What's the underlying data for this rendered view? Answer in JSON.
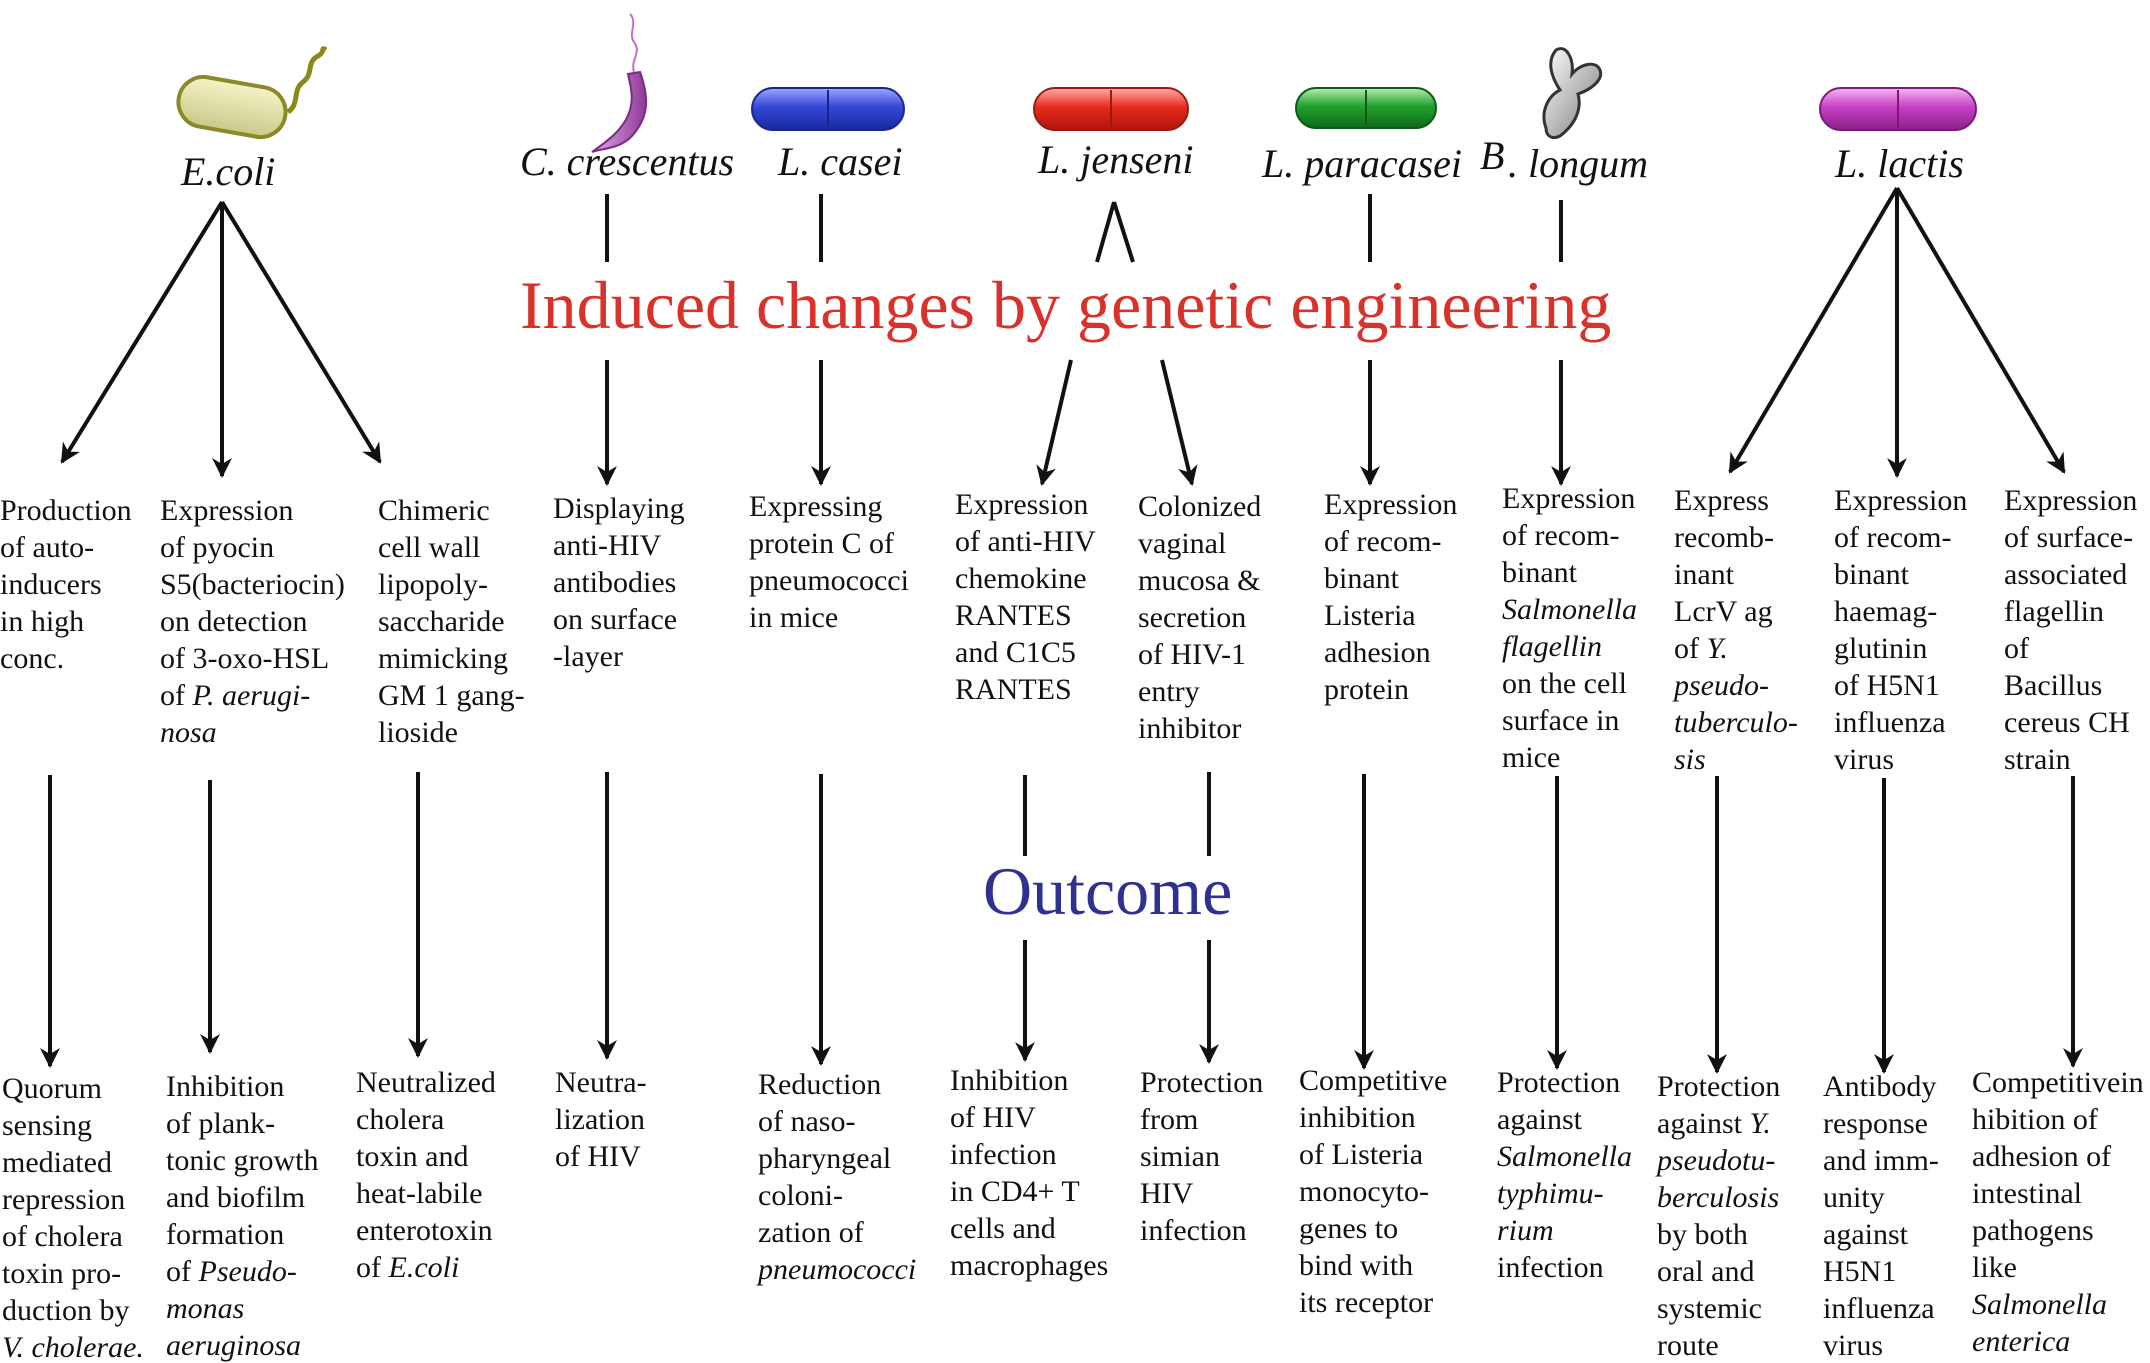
{
  "colors": {
    "title": "#d8322a",
    "outcome": "#2e3192",
    "ecoli": "#b5b54a",
    "crescentus": "#a04aa8",
    "casei": "#2d3fc7",
    "jenseni": "#e0281e",
    "paracasei": "#1f9b2a",
    "longum": "#9a9a9a",
    "lactis": "#c23fc0"
  },
  "icons": [
    "rod-bacterium-flagellum-icon",
    "curved-bacterium-icon",
    "diplobacillus-icon",
    "bifid-bacterium-icon"
  ],
  "organisms": {
    "ecoli": "E.coli",
    "crescentus": "C. crescentus",
    "casei": "L. casei",
    "jenseni": "L. jenseni",
    "paracasei": "L. paracasei",
    "longum_b": "B",
    "longum_rest": ". longum",
    "lactis": "L. lactis"
  },
  "headings": {
    "changes": "Induced changes by genetic engineering",
    "outcome": "Outcome"
  },
  "changes": {
    "c1": [
      "Production",
      "of auto-",
      "inducers",
      "in high",
      "conc."
    ],
    "c2": [
      "Expression",
      "of pyocin",
      "S5(bacteriocin)",
      "on detection",
      "of 3-oxo-HSL",
      "of ",
      "P. aerugi-",
      "nosa"
    ],
    "c3": [
      "Chimeric",
      "cell wall",
      "lipopoly-",
      "saccharide",
      "mimicking",
      "GM 1 gang-",
      "lioside"
    ],
    "c4": [
      "Displaying",
      "anti-HIV",
      "antibodies",
      "on surface",
      "-layer"
    ],
    "c5": [
      "Expressing",
      "protein C of",
      "pneumococci",
      "in mice"
    ],
    "c6": [
      "Expression",
      "of anti-HIV",
      "chemokine",
      "RANTES",
      "and C1C5",
      "RANTES"
    ],
    "c7": [
      "Colonized",
      "vaginal",
      "mucosa &",
      "secretion",
      "of HIV-1",
      "entry",
      "inhibitor"
    ],
    "c8": [
      "Expression",
      "of recom-",
      "binant",
      "Listeria",
      "adhesion",
      "protein"
    ],
    "c9": [
      "Expression",
      "of recom-",
      "binant",
      "Salmonella",
      "flagellin",
      "on the cell",
      "surface in",
      "mice"
    ],
    "c10": [
      "Express",
      "recomb-",
      "inant",
      "LcrV ag",
      "of ",
      "Y.",
      "pseudo-",
      "tuberculo-",
      "sis"
    ],
    "c11": [
      "Expression",
      "of recom-",
      "binant",
      "haemag-",
      "glutinin",
      "of H5N1",
      "influenza",
      "virus"
    ],
    "c12": [
      "Expression",
      "of surface-",
      "associated",
      "flagellin",
      "of",
      "Bacillus",
      "cereus CH",
      "strain"
    ]
  },
  "outcomes": {
    "o1": [
      "Quorum",
      "sensing",
      "mediated",
      "repression",
      "of cholera",
      "toxin pro-",
      "duction by",
      "V. cholerae."
    ],
    "o2": [
      "Inhibition",
      "of plank-",
      "tonic growth",
      "and biofilm",
      "formation",
      "of ",
      "Pseudo-",
      "monas",
      "aeruginosa"
    ],
    "o3": [
      "Neutralized",
      "cholera",
      "toxin and",
      "heat-labile",
      "enterotoxin",
      "of ",
      "E.coli"
    ],
    "o4": [
      "Neutra-",
      "lization",
      "of HIV"
    ],
    "o5": [
      "Reduction",
      "of naso-",
      "pharyngeal",
      "coloni-",
      "zation of",
      "pneumococci"
    ],
    "o6": [
      "Inhibition",
      "of HIV",
      "infection",
      "in CD4+ T",
      "cells and",
      "macrophages"
    ],
    "o7": [
      "Protection",
      "from",
      "simian",
      "HIV",
      "infection"
    ],
    "o8": [
      "Competitive",
      "inhibition",
      "of Listeria",
      "monocyto-",
      "genes to",
      "bind with",
      "its receptor"
    ],
    "o9": [
      "Protection",
      "against",
      "Salmonella",
      "typhimu-",
      "rium",
      "infection"
    ],
    "o10": [
      "Protection",
      "against ",
      "Y.",
      "pseudotu-",
      "berculosis",
      "by both",
      "oral and",
      "systemic",
      "route"
    ],
    "o11": [
      "Antibody",
      "response",
      "and imm-",
      "unity",
      "against",
      "H5N1",
      "influenza",
      "virus"
    ],
    "o12": [
      "Competitivein",
      "hibition of",
      "adhesion of",
      "intestinal",
      "pathogens",
      "like",
      "Salmonella",
      "enterica"
    ]
  }
}
